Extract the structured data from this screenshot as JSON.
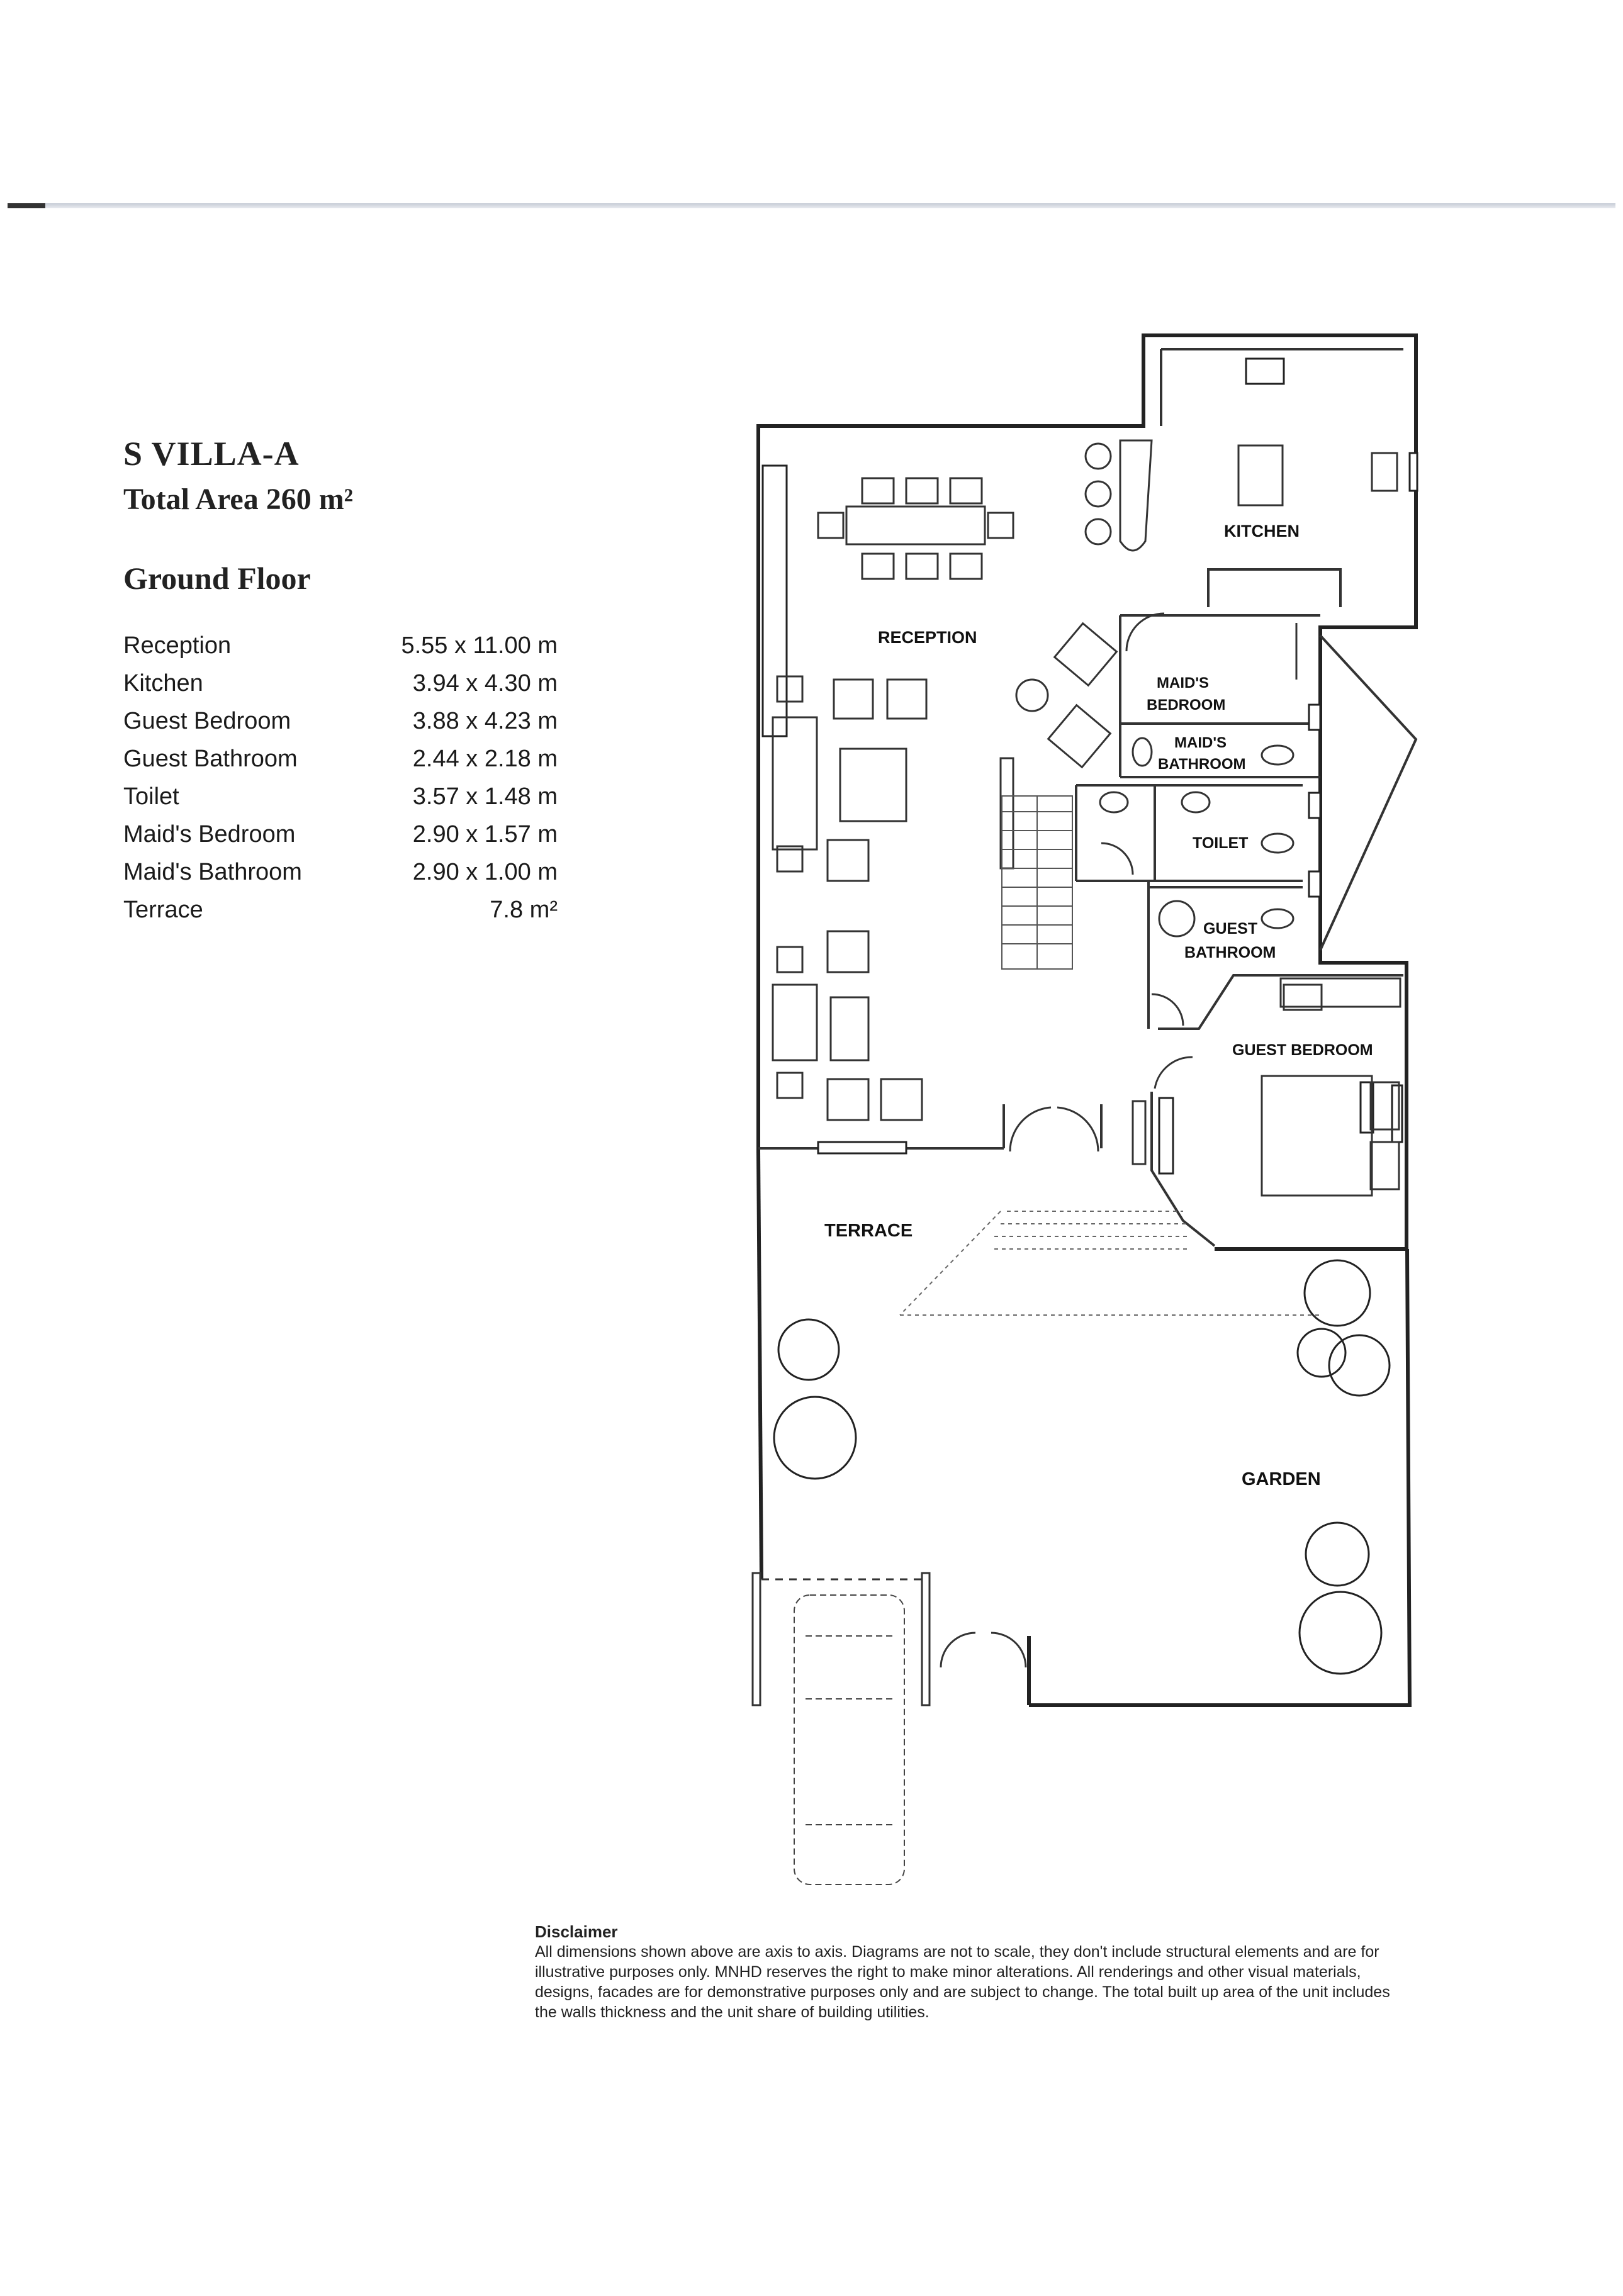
{
  "header": {
    "title": "S VILLA-A",
    "total_area": "Total Area 260 m²",
    "floor": "Ground Floor"
  },
  "areas": [
    {
      "name": "Reception",
      "dim": "5.55 x 11.00 m"
    },
    {
      "name": "Kitchen",
      "dim": "3.94 x 4.30 m"
    },
    {
      "name": "Guest Bedroom",
      "dim": "3.88 x 4.23 m"
    },
    {
      "name": "Guest Bathroom",
      "dim": "2.44 x 2.18 m"
    },
    {
      "name": "Toilet",
      "dim": "3.57 x 1.48 m"
    },
    {
      "name": "Maid's Bedroom",
      "dim": "2.90 x 1.57 m"
    },
    {
      "name": "Maid's Bathroom",
      "dim": "2.90 x 1.00 m"
    },
    {
      "name": "Terrace",
      "dim": "7.8 m²"
    }
  ],
  "plan_labels": {
    "kitchen": "KITCHEN",
    "reception": "RECEPTION",
    "maids_bedroom_1": "MAID'S",
    "maids_bedroom_2": "BEDROOM",
    "maids_bathroom_1": "MAID'S",
    "maids_bathroom_2": "BATHROOM",
    "toilet": "TOILET",
    "guest_bathroom_1": "GUEST",
    "guest_bathroom_2": "BATHROOM",
    "guest_bedroom": "GUEST BEDROOM",
    "terrace": "TERRACE",
    "garden": "GARDEN"
  },
  "disclaimer": {
    "heading": "Disclaimer",
    "line1": "All dimensions shown above are axis to axis. Diagrams are not to scale, they don't include structural elements and are for",
    "line2": "illustrative purposes only. MNHD reserves the right to make minor alterations. All renderings and other visual materials,",
    "line3": "designs, facades are for demonstrative purposes only and are subject to change. The total built up area of the unit includes",
    "line4": "the walls thickness and the unit share of building utilities."
  }
}
